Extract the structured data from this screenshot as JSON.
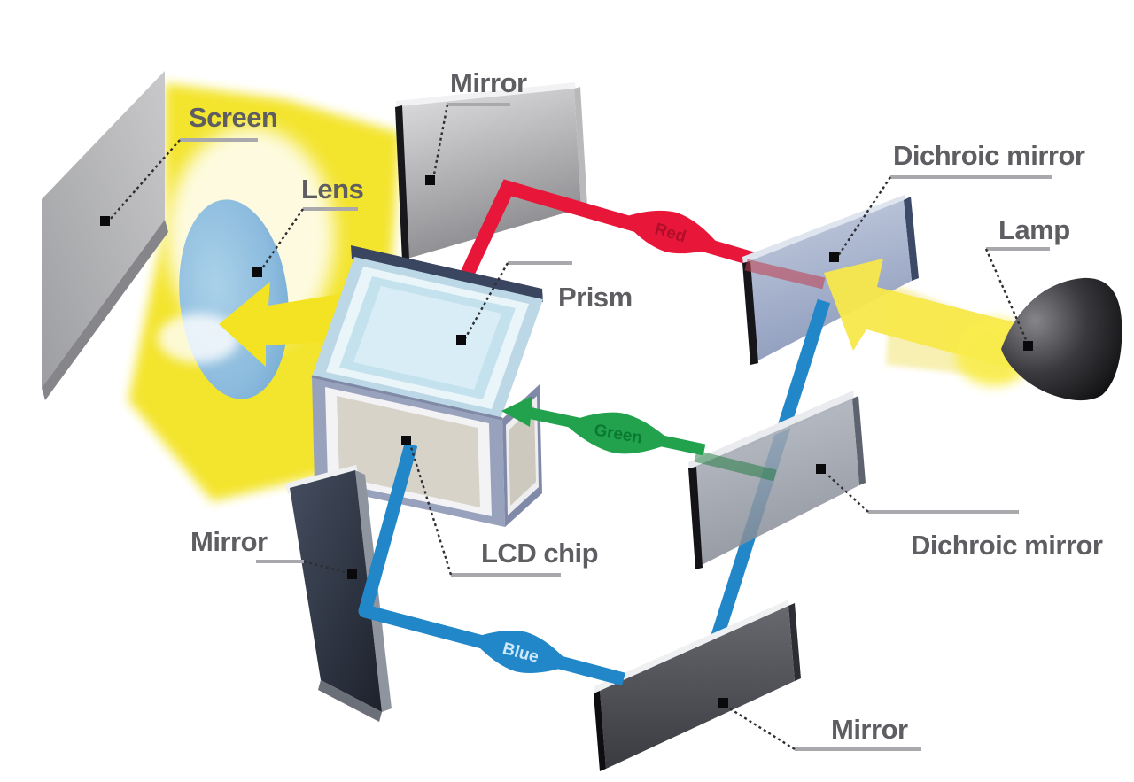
{
  "figure": {
    "description": "LCD projector optical path diagram"
  },
  "labels": {
    "screen": "Screen",
    "lens": "Lens",
    "mirror_top": "Mirror",
    "prism": "Prism",
    "dichroic_mirror_top": "Dichroic mirror",
    "lamp": "Lamp",
    "mirror_bottom_left": "Mirror",
    "lcd_chip": "LCD chip",
    "dichroic_mirror_right": "Dichroic mirror",
    "mirror_bottom": "Mirror"
  },
  "beams": {
    "red": {
      "label": "Red",
      "color": "#e8173a"
    },
    "green": {
      "label": "Green",
      "color": "#22a24c"
    },
    "blue": {
      "label": "Blue",
      "color": "#2287c8"
    },
    "white": {
      "color": "#f3e322"
    }
  },
  "colors": {
    "label_text": "#5d5d62",
    "leader": "#2e2e33",
    "rule": "#a9a9ad"
  }
}
